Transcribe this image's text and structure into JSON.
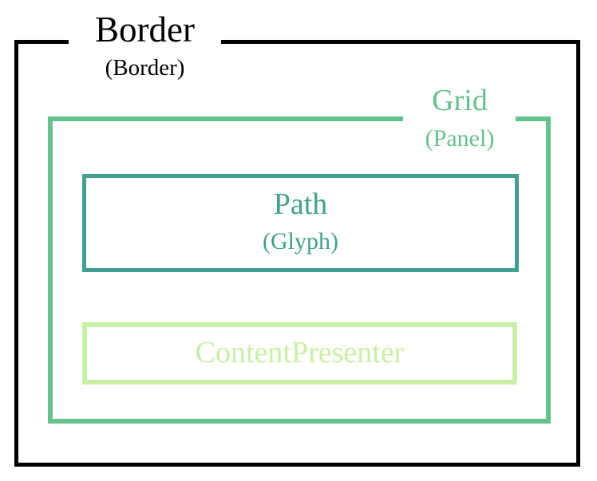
{
  "diagram": {
    "type": "visual-tree-nesting-diagram",
    "background_color": "#ffffff",
    "nodes": [
      {
        "id": "border",
        "title": "Border",
        "subtitle": "(Border)",
        "color": "#000000",
        "label_position": "top-center"
      },
      {
        "id": "grid",
        "title": "Grid",
        "subtitle": "(Panel)",
        "color": "#66c28d",
        "label_position": "top-right"
      },
      {
        "id": "path",
        "title": "Path",
        "subtitle": "(Glyph)",
        "color": "#41a08f",
        "label_position": "inside-center"
      },
      {
        "id": "content-presenter",
        "title": "ContentPresenter",
        "subtitle": "",
        "color": "#c9f0a5",
        "label_position": "inside-center"
      }
    ]
  }
}
